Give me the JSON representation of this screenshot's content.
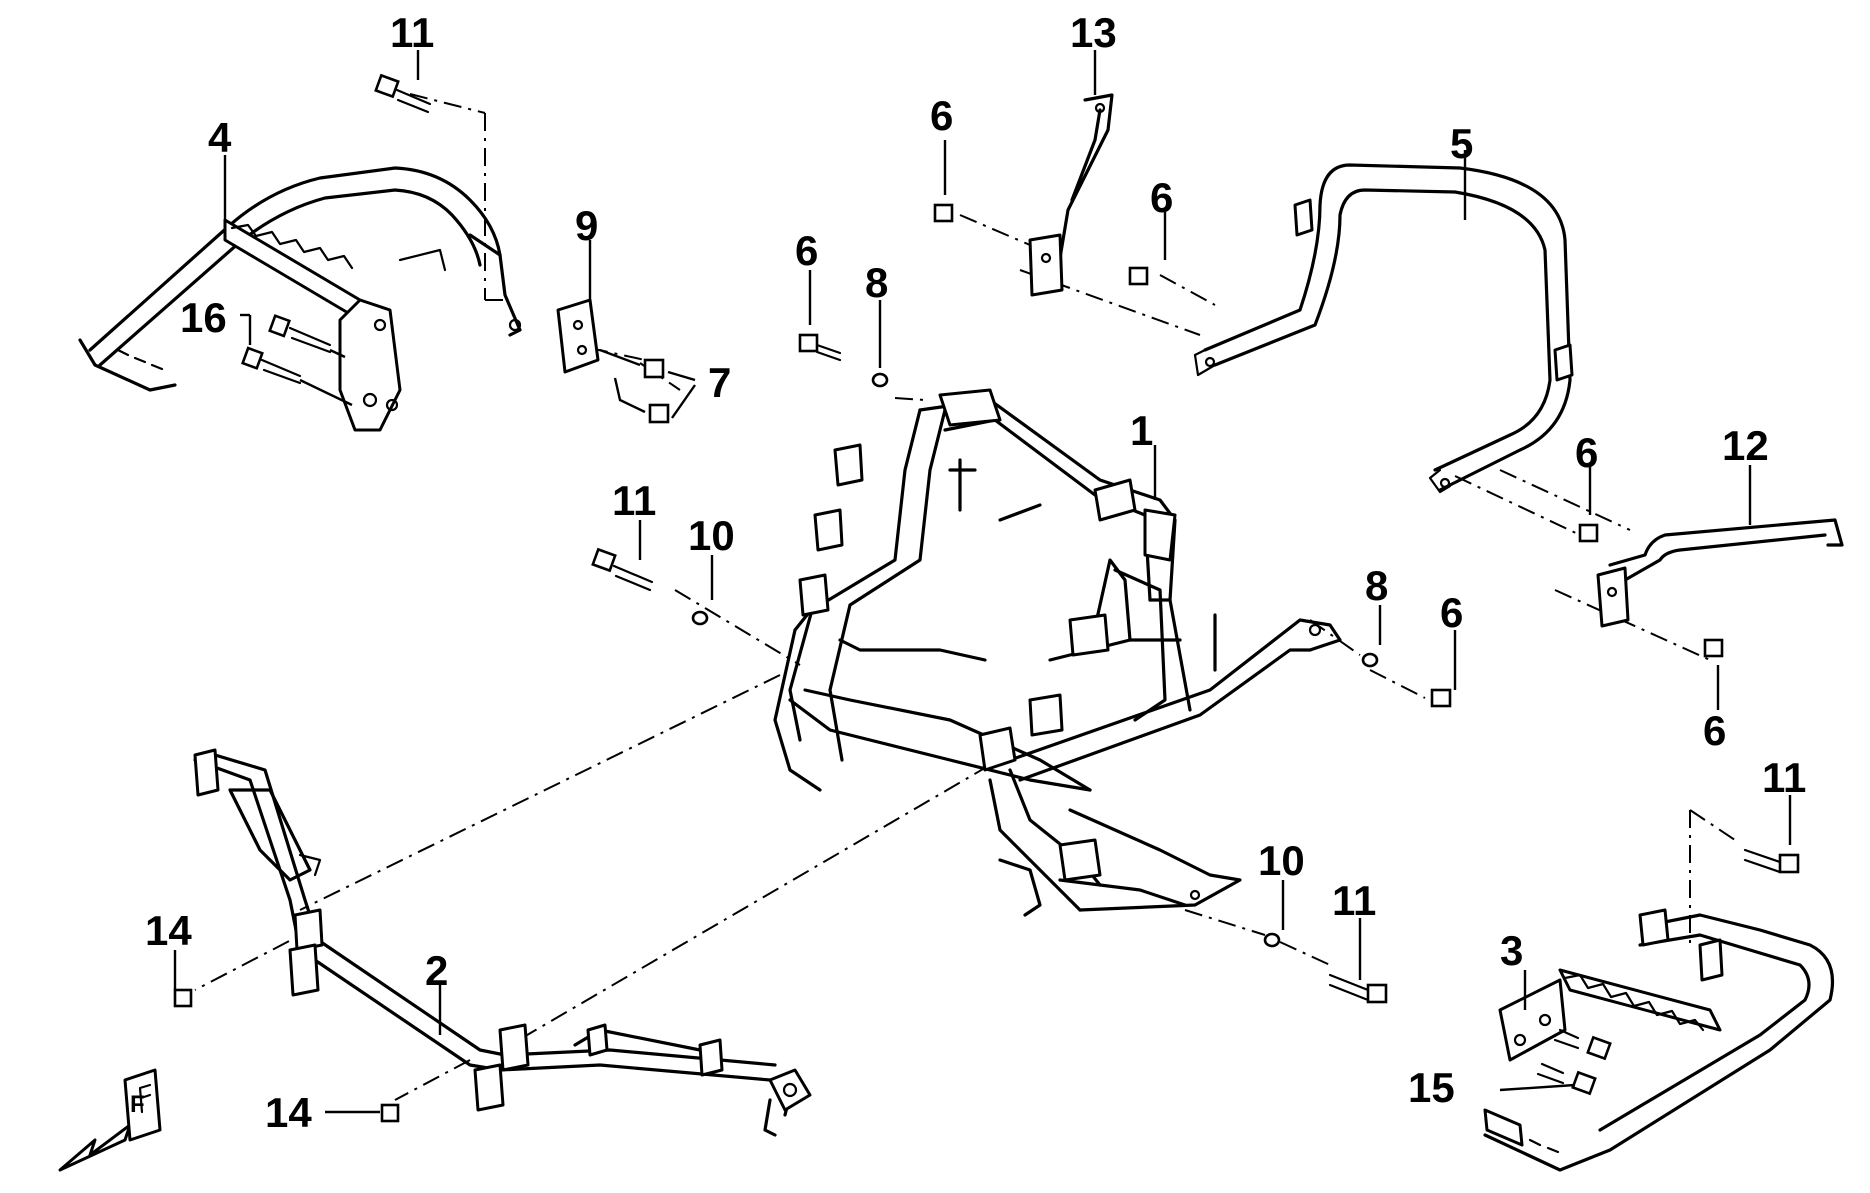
{
  "callouts": [
    {
      "key": "c1",
      "text": "1"
    },
    {
      "key": "c2",
      "text": "2"
    },
    {
      "key": "c3",
      "text": "3"
    },
    {
      "key": "c4",
      "text": "4"
    },
    {
      "key": "c5",
      "text": "5"
    },
    {
      "key": "c6a",
      "text": "6"
    },
    {
      "key": "c6b",
      "text": "6"
    },
    {
      "key": "c6c",
      "text": "6"
    },
    {
      "key": "c6d",
      "text": "6"
    },
    {
      "key": "c6e",
      "text": "6"
    },
    {
      "key": "c6f",
      "text": "6"
    },
    {
      "key": "c7",
      "text": "7"
    },
    {
      "key": "c8a",
      "text": "8"
    },
    {
      "key": "c8b",
      "text": "8"
    },
    {
      "key": "c9",
      "text": "9"
    },
    {
      "key": "c10a",
      "text": "10"
    },
    {
      "key": "c10b",
      "text": "10"
    },
    {
      "key": "c11a",
      "text": "11"
    },
    {
      "key": "c11b",
      "text": "11"
    },
    {
      "key": "c11c",
      "text": "11"
    },
    {
      "key": "c11d",
      "text": "11"
    },
    {
      "key": "c12",
      "text": "12"
    },
    {
      "key": "c13",
      "text": "13"
    },
    {
      "key": "c14a",
      "text": "14"
    },
    {
      "key": "c14b",
      "text": "14"
    },
    {
      "key": "c15",
      "text": "15"
    },
    {
      "key": "c16",
      "text": "16"
    }
  ],
  "front_marker": "F"
}
